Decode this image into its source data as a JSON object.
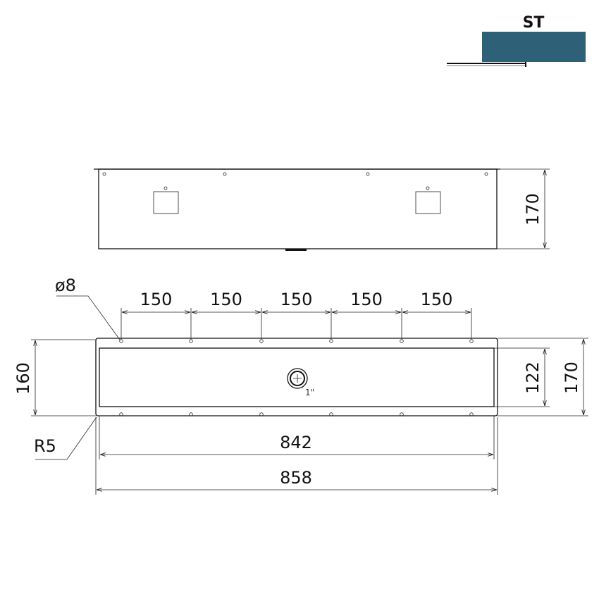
{
  "badge": {
    "code": "ST",
    "color": "#2e6178"
  },
  "top_view": {
    "height_dim": "170"
  },
  "bottom_view": {
    "hole_label": "ø8",
    "radius_label": "R5",
    "spacing_dims": [
      "150",
      "150",
      "150",
      "150",
      "150"
    ],
    "left_dim": "160",
    "inner_height_dim": "122",
    "outer_height_dim": "170",
    "inner_width_dim": "842",
    "outer_width_dim": "858",
    "drain_label": "1\""
  }
}
